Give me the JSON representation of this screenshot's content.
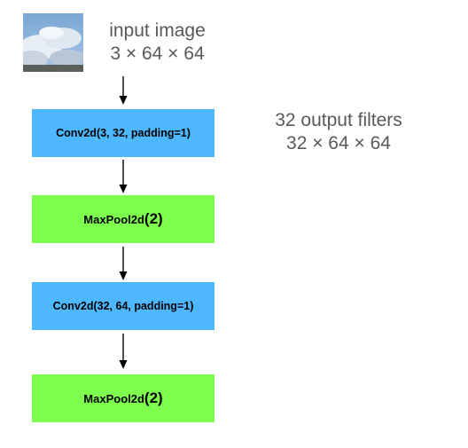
{
  "input": {
    "line1": "input image",
    "line2": "3 × 64 × 64"
  },
  "output_note": {
    "line1": "32 output filters",
    "line2": "32 × 64 × 64"
  },
  "layers": [
    {
      "label": "Conv2d(3, 32, padding=1)",
      "type": "conv"
    },
    {
      "label": "MaxPool2d",
      "arg": "(2)",
      "type": "pool"
    },
    {
      "label": "Conv2d(32, 64, padding=1)",
      "type": "conv"
    },
    {
      "label": "MaxPool2d",
      "arg": "(2)",
      "type": "pool"
    }
  ],
  "colors": {
    "conv": "#4db8ff",
    "pool": "#7eff4d",
    "caption_text": "#595959"
  }
}
